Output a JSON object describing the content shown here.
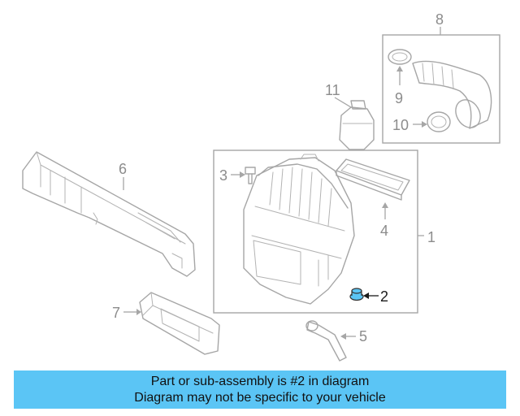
{
  "callouts": {
    "c1": "1",
    "c2": "2",
    "c3": "3",
    "c4": "4",
    "c5": "5",
    "c6": "6",
    "c7": "7",
    "c8": "8",
    "c9": "9",
    "c10": "10",
    "c11": "11"
  },
  "highlight": {
    "part_number": "2",
    "color": "#5bc5f5"
  },
  "banner": {
    "line1": "Part or sub-assembly is #2 in diagram",
    "line2": "Diagram may not be specific to your vehicle",
    "background": "#5bc5f5"
  }
}
